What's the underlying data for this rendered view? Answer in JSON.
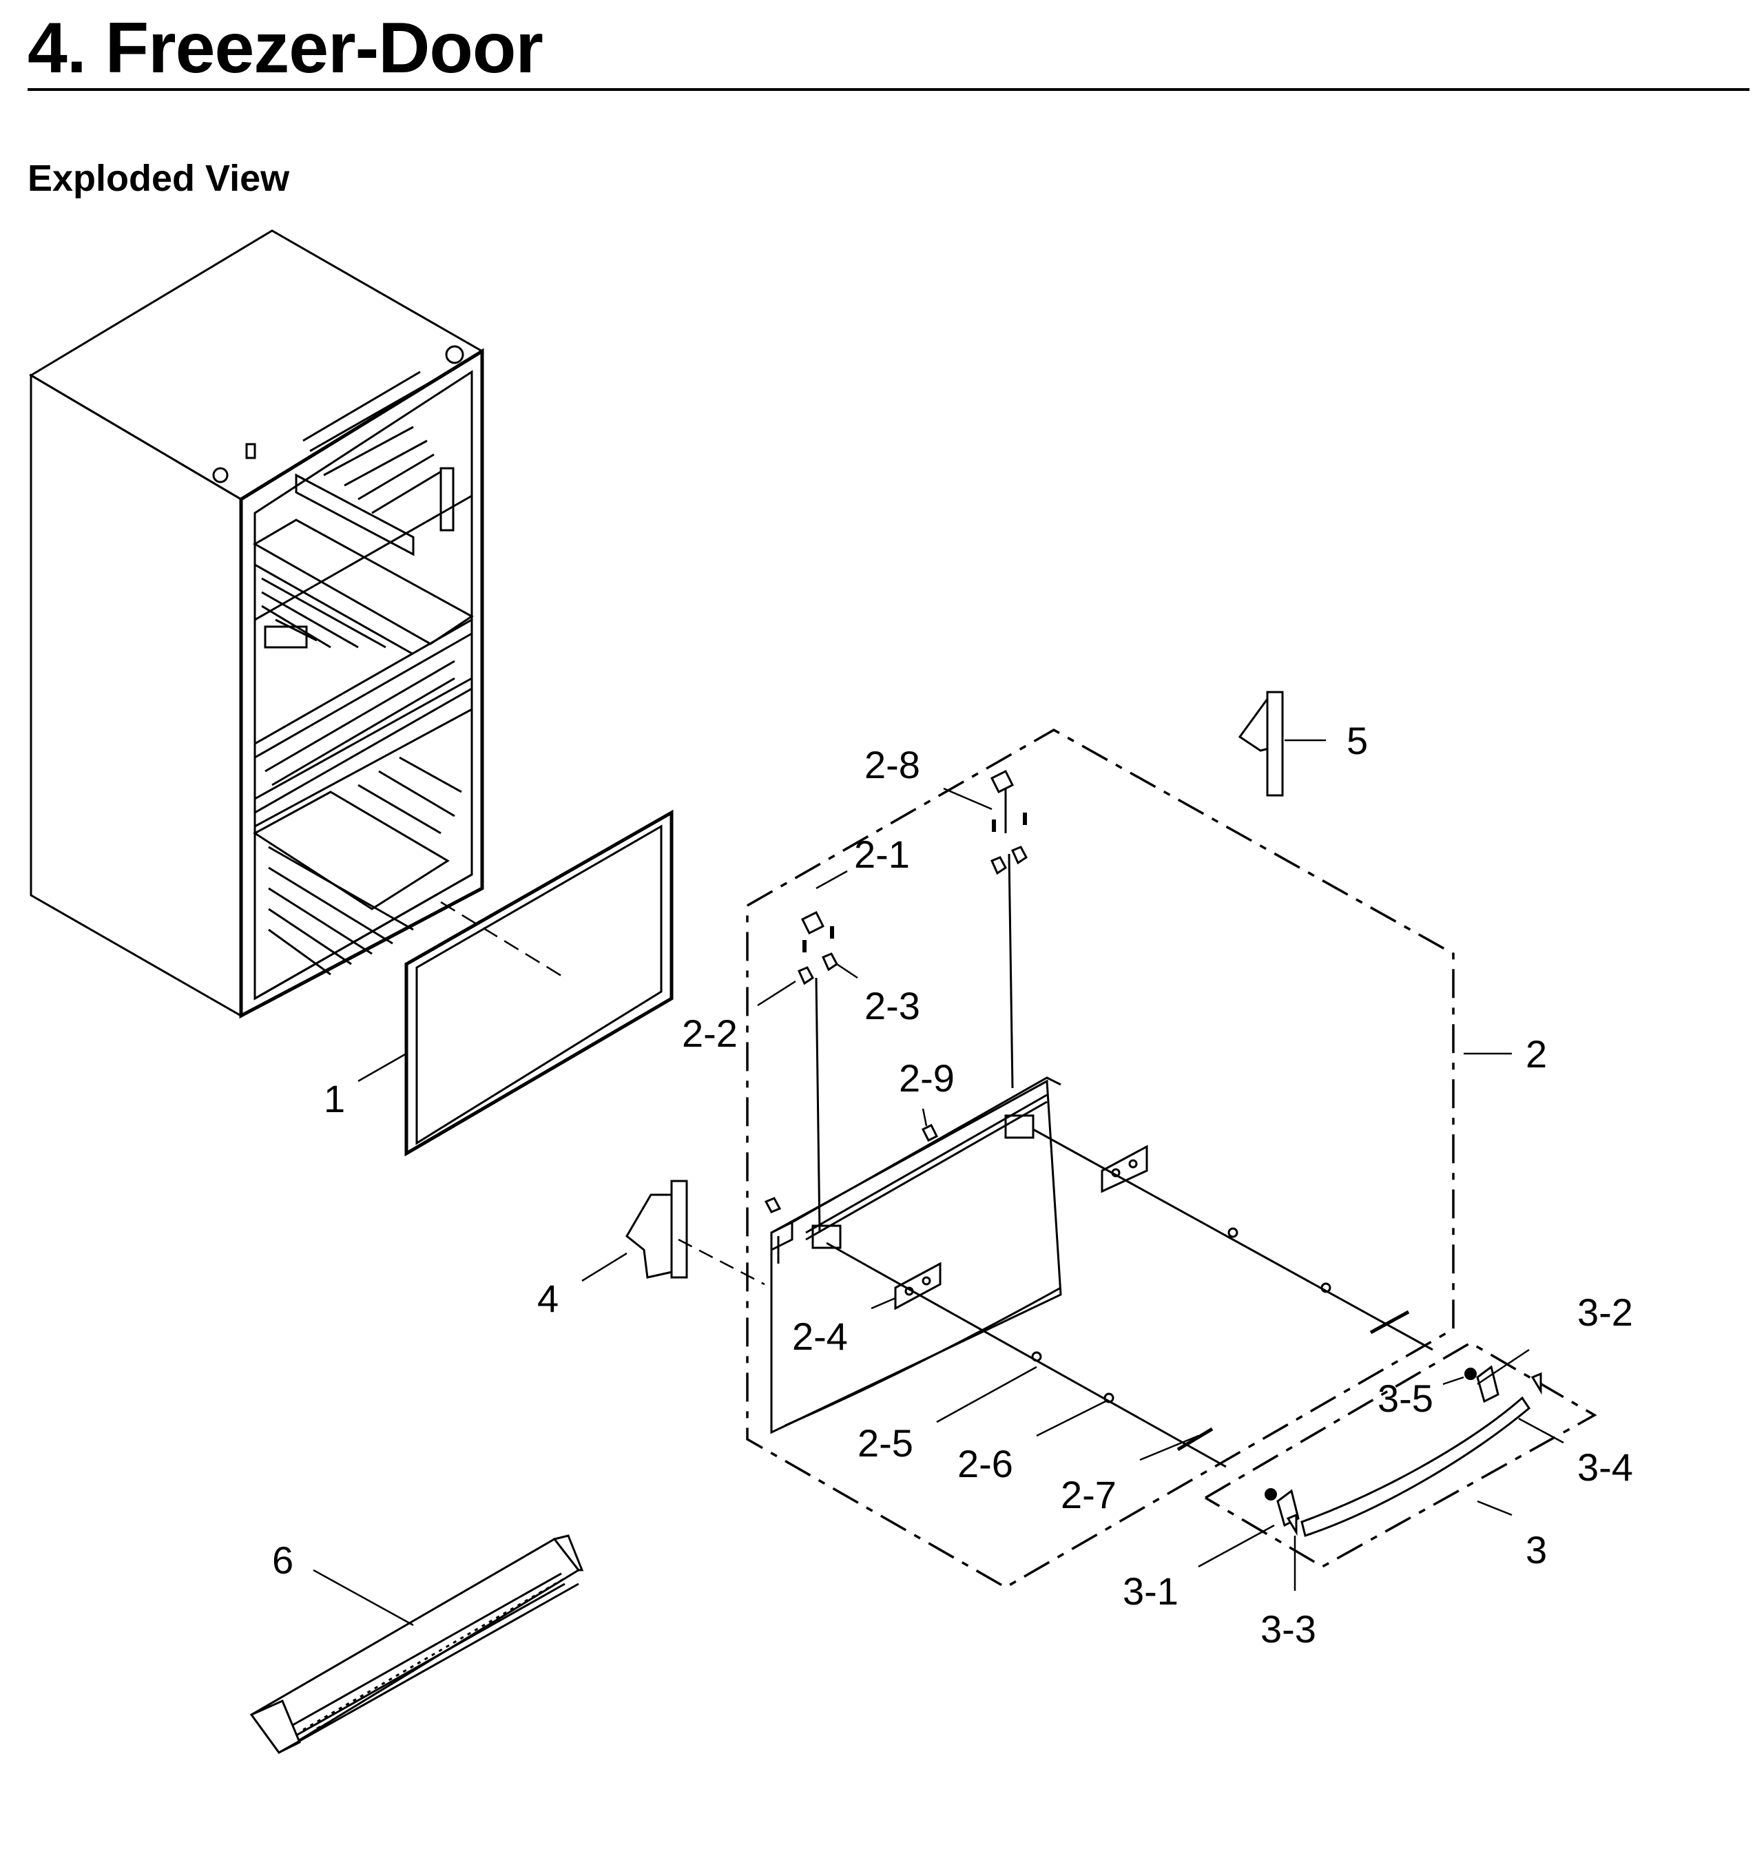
{
  "header": {
    "title": "4.  Freezer-Door",
    "subtitle": "Exploded View"
  },
  "diagram": {
    "callouts": [
      {
        "id": "c1",
        "label": "1"
      },
      {
        "id": "c2",
        "label": "2"
      },
      {
        "id": "c2-1",
        "label": "2-1"
      },
      {
        "id": "c2-2",
        "label": "2-2"
      },
      {
        "id": "c2-3",
        "label": "2-3"
      },
      {
        "id": "c2-4",
        "label": "2-4"
      },
      {
        "id": "c2-5",
        "label": "2-5"
      },
      {
        "id": "c2-6",
        "label": "2-6"
      },
      {
        "id": "c2-7",
        "label": "2-7"
      },
      {
        "id": "c2-8",
        "label": "2-8"
      },
      {
        "id": "c2-9",
        "label": "2-9"
      },
      {
        "id": "c3",
        "label": "3"
      },
      {
        "id": "c3-1",
        "label": "3-1"
      },
      {
        "id": "c3-2",
        "label": "3-2"
      },
      {
        "id": "c3-3",
        "label": "3-3"
      },
      {
        "id": "c3-4",
        "label": "3-4"
      },
      {
        "id": "c3-5",
        "label": "3-5"
      },
      {
        "id": "c4",
        "label": "4"
      },
      {
        "id": "c5",
        "label": "5"
      },
      {
        "id": "c6",
        "label": "6"
      }
    ]
  }
}
